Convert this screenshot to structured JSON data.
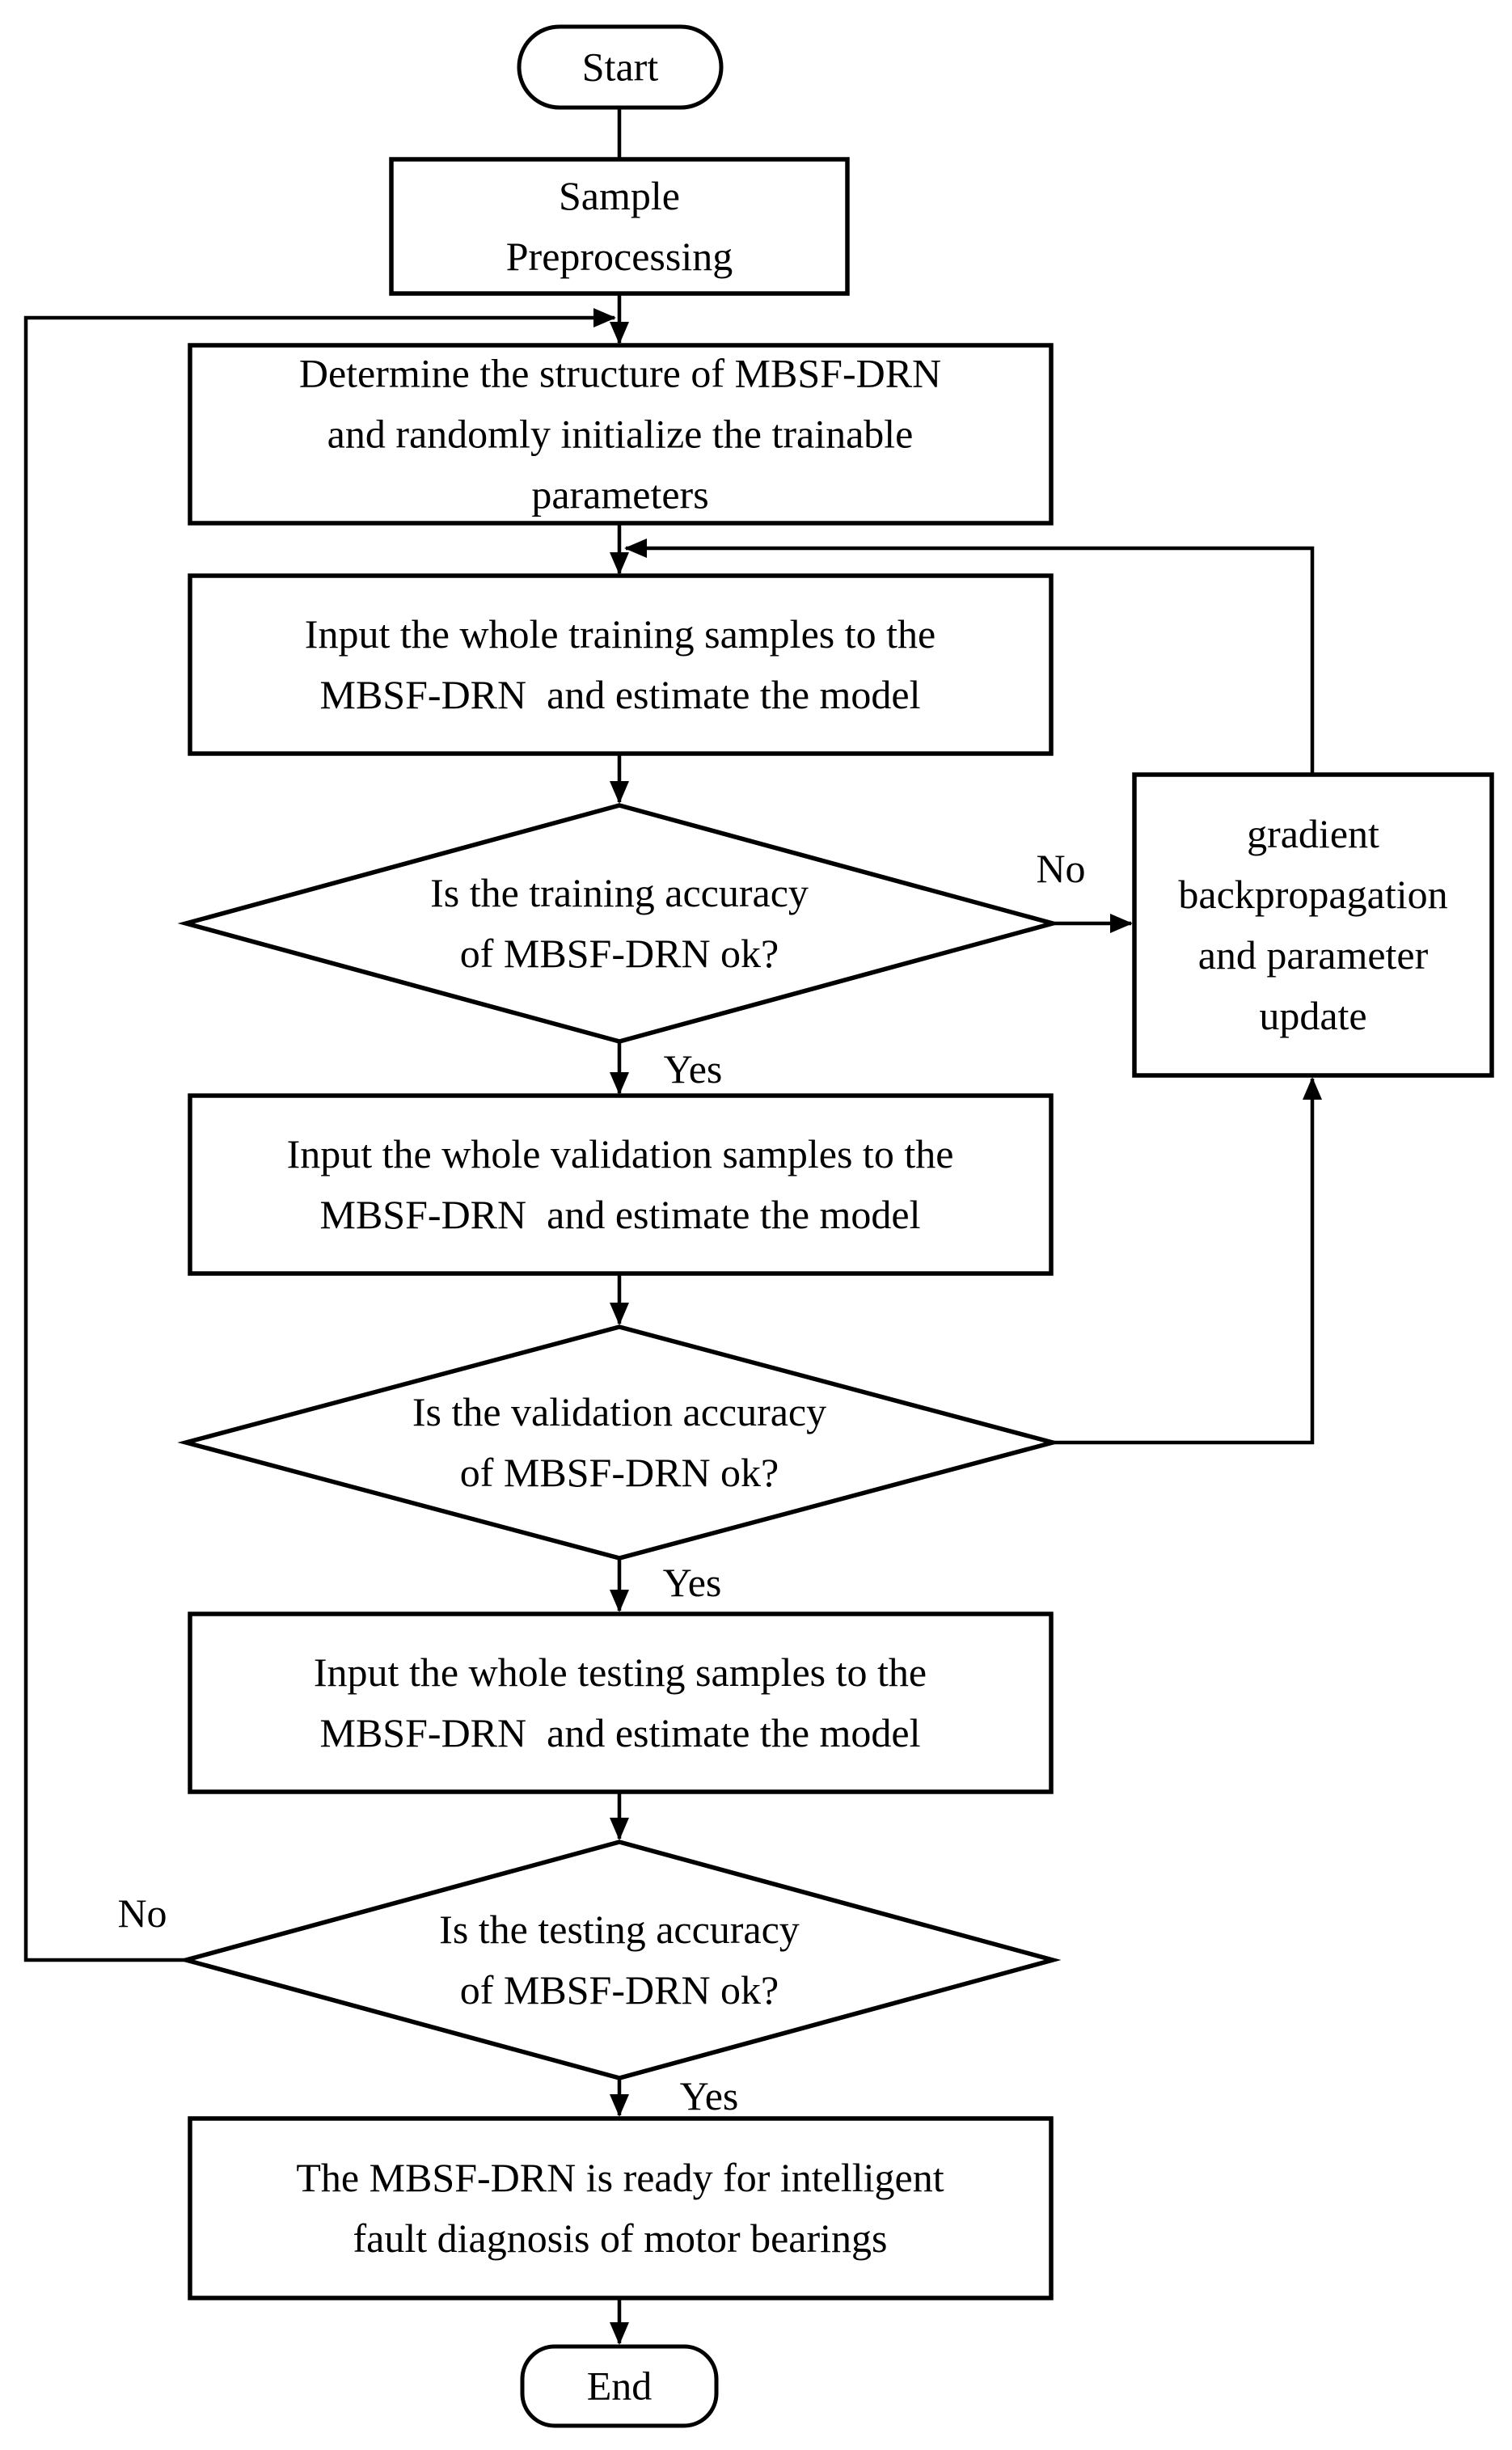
{
  "diagram": {
    "background_color": "#ffffff",
    "ink_color": "#000000"
  },
  "nodes": {
    "start": {
      "type": "terminator",
      "label": "Start"
    },
    "sample": {
      "type": "process",
      "label": "Sample\nPreprocessing"
    },
    "determine": {
      "type": "process",
      "label": "Determine the structure of MBSF-DRN\nand randomly initialize the trainable\nparameters"
    },
    "train": {
      "type": "process",
      "label": "Input the whole training samples to the\nMBSF-DRN  and estimate the model"
    },
    "train_decision": {
      "type": "decision",
      "label": "Is the training accuracy\nof MBSF-DRN ok?"
    },
    "gradient": {
      "type": "process",
      "label": "gradient\nbackpropagation\nand parameter\nupdate"
    },
    "validation": {
      "type": "process",
      "label": "Input the whole validation samples to the\nMBSF-DRN  and estimate the model"
    },
    "validation_decision": {
      "type": "decision",
      "label": "Is the validation accuracy\nof MBSF-DRN ok?"
    },
    "testing": {
      "type": "process",
      "label": "Input the whole testing samples to the\nMBSF-DRN  and estimate the model"
    },
    "testing_decision": {
      "type": "decision",
      "label": "Is the testing accuracy\nof MBSF-DRN ok?"
    },
    "ready": {
      "type": "process",
      "label": "The MBSF-DRN is ready for intelligent\nfault diagnosis of motor bearings"
    },
    "end": {
      "type": "terminator",
      "label": "End"
    }
  },
  "edge_labels": {
    "training_no": "No",
    "training_yes": "Yes",
    "validation_yes": "Yes",
    "testing_no": "No",
    "testing_yes": "Yes"
  }
}
